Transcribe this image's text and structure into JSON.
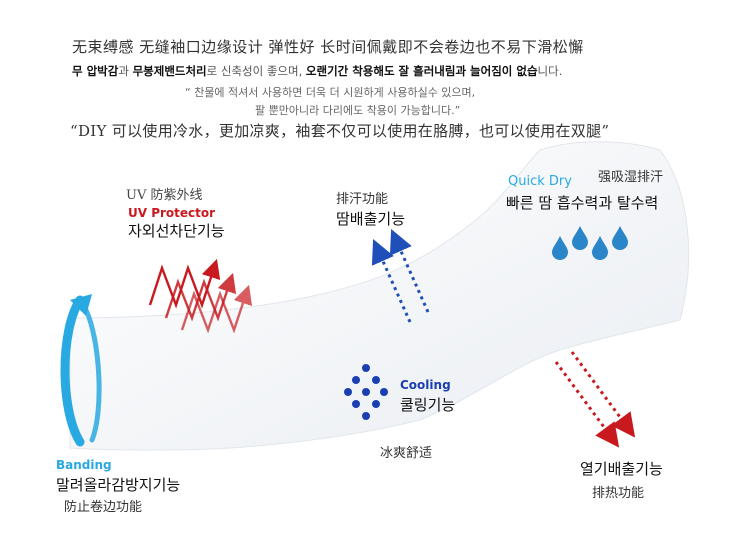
{
  "header": {
    "line1": "无束缚感 无缝袖口边缘设计 弹性好 长时间佩戴即不会卷边也不易下滑松懈",
    "line2": {
      "part1": "무 압박감",
      "part2": "과 ",
      "part3": "무봉제밴드처리",
      "part4": "로 신축성이 좋으며, ",
      "part5": "오랜기간 착용해도 잘 흘러내림과 늘어짐이 없습",
      "part6": "니다."
    },
    "line3": "“ 찬물에 적셔서 사용하면 더욱 더 시원하게 사용하실수 있으며,",
    "line4": "팔 뿐만아니라 다리에도 착용이 가능합니다.”",
    "line5": "“DIY 可以使用冷水，更加凉爽，袖套不仅可以使用在胳膊，也可以使用在双腿”"
  },
  "features": {
    "uv": {
      "cn": "UV 防紫外线",
      "en": "UV Protector",
      "ko": "자외선차단기능"
    },
    "sweat": {
      "cn": "排汗功能",
      "ko": "땀배출기능"
    },
    "quickdry": {
      "en": "Quick Dry",
      "cn": "强吸湿排汗",
      "ko": "빠른 땀 흡수력과 탈수력"
    },
    "cooling": {
      "en": "Cooling",
      "ko": "쿨링기능",
      "cn": "冰爽舒适"
    },
    "heat": {
      "ko": "열기배출기능",
      "cn": "排热功能"
    },
    "banding": {
      "en": "Banding",
      "ko": "말려올라감방지기능",
      "cn": "防止卷边功能"
    }
  },
  "colors": {
    "red": "#c8191f",
    "blue": "#29a9e1",
    "navy": "#1a3fb0",
    "sleeve": "#f6f8fb"
  }
}
